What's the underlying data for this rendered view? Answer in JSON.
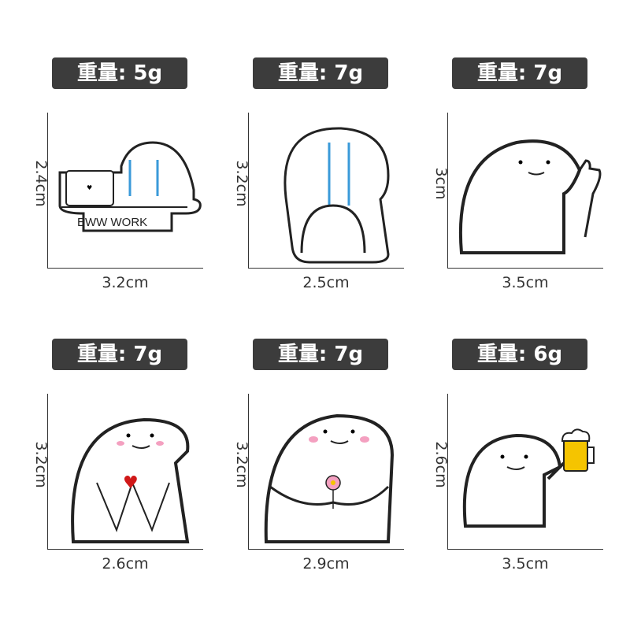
{
  "pins": [
    {
      "weight": "重量: 5g",
      "width": "3.2cm",
      "height": "2.4cm",
      "text": "EWW WORK"
    },
    {
      "weight": "重量: 7g",
      "width": "2.5cm",
      "height": "3.2cm"
    },
    {
      "weight": "重量: 7g",
      "width": "3.5cm",
      "height": "3cm"
    },
    {
      "weight": "重量: 7g",
      "width": "2.6cm",
      "height": "3.2cm"
    },
    {
      "weight": "重量: 7g",
      "width": "2.9cm",
      "height": "3.2cm"
    },
    {
      "weight": "重量: 6g",
      "width": "3.5cm",
      "height": "2.6cm"
    }
  ]
}
